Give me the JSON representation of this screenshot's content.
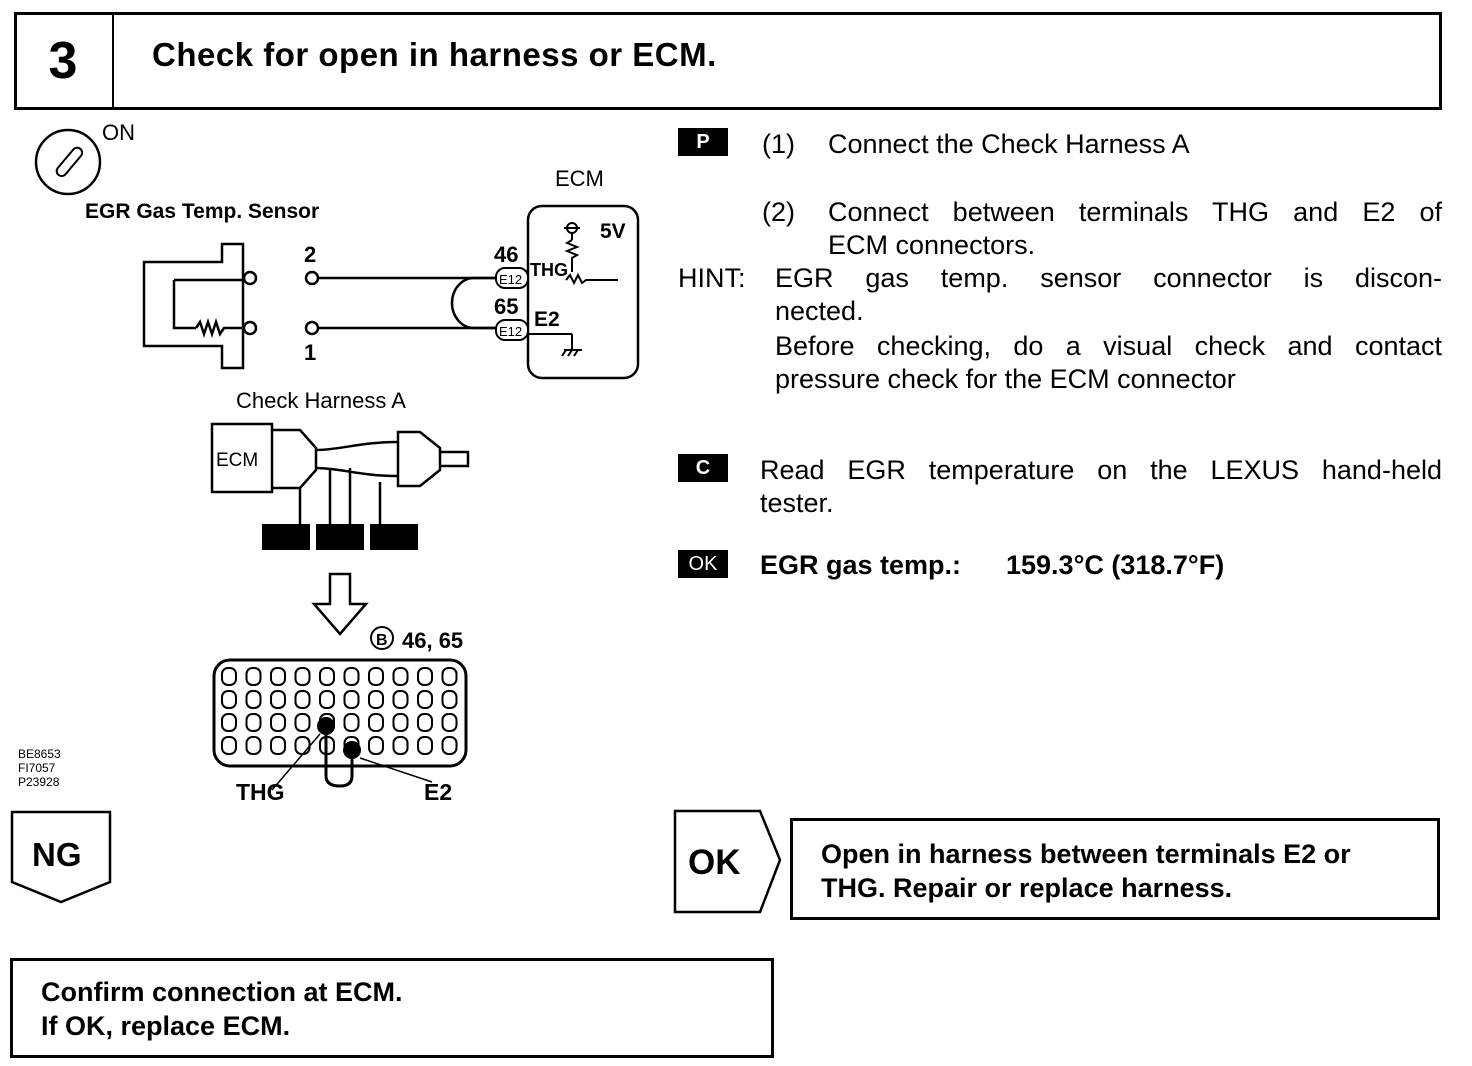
{
  "step": {
    "number": "3",
    "title": "Check for open in harness or ECM."
  },
  "diagram": {
    "ignition_state": "ON",
    "sensor_label": "EGR Gas Temp. Sensor",
    "ecm_label": "ECM",
    "pin_2": "2",
    "pin_1": "1",
    "terminal_46": "46",
    "terminal_65": "65",
    "connector_code": "E12",
    "thg": "THG",
    "e2": "E2",
    "voltage": "5V",
    "harness_label": "Check Harness A",
    "harness_ecm": "ECM",
    "connector_b_label": "46, 65",
    "b_symbol": "B",
    "thg_bottom": "THG",
    "e2_bottom": "E2",
    "fig_codes": [
      "BE8653",
      "FI7057",
      "P23928"
    ]
  },
  "instructions": {
    "p_tag": "P",
    "step1_num": "(1)",
    "step1_text": "Connect the Check Harness A",
    "step2_num": "(2)",
    "step2_line1": "Connect between terminals THG and E2 of",
    "step2_line2": "ECM connectors.",
    "hint_label": "HINT:",
    "hint_line1": "EGR gas temp. sensor connector is discon-",
    "hint_line2": "nected.",
    "hint_line3": "Before checking, do a visual check and contact",
    "hint_line4": "pressure check for the ECM connector",
    "c_tag": "C",
    "c_line1": "Read EGR temperature on the LEXUS hand-held",
    "c_line2": "tester.",
    "ok_tag": "OK",
    "ok_label": "EGR gas temp.:",
    "ok_value": "159.3°C (318.7°F)"
  },
  "results": {
    "ng_label": "NG",
    "ok_label": "OK",
    "ok_result_line1": "Open in harness between terminals E2 or",
    "ok_result_line2": "THG. Repair or replace harness.",
    "ng_result_line1": "Confirm connection at ECM.",
    "ng_result_line2": "If OK, replace ECM."
  }
}
